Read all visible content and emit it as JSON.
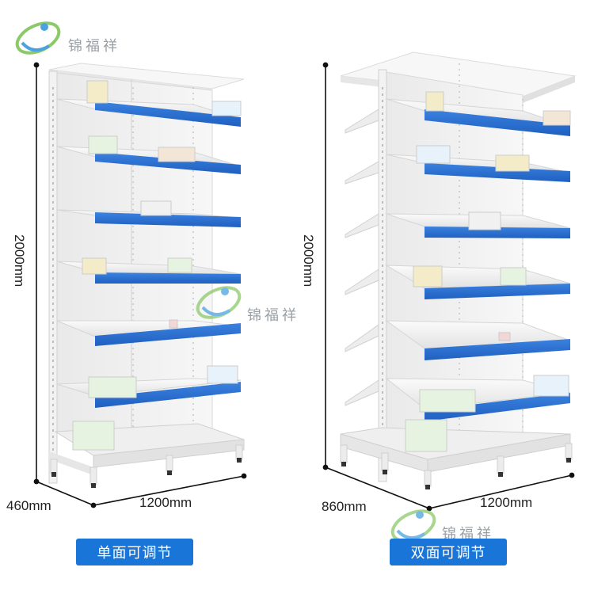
{
  "brand": {
    "name": "锦福祥"
  },
  "left_rack": {
    "height_label": "2000mm",
    "depth_label": "460mm",
    "width_label": "1200mm",
    "caption": "单面可调节"
  },
  "right_rack": {
    "height_label": "2000mm",
    "depth_label": "860mm",
    "width_label": "1200mm",
    "caption": "双面可调节"
  },
  "colors": {
    "shelf_lip_blue": "#2d6fd0",
    "badge_blue": "#1976d8",
    "rack_white": "#f4f4f4",
    "logo_green": "#7cc35a",
    "logo_blue": "#4aa3df"
  }
}
